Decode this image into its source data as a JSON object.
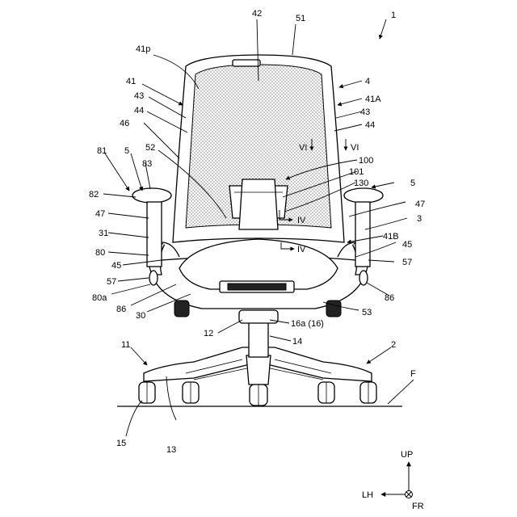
{
  "labels": {
    "l1": "1",
    "l2": "2",
    "l3": "3",
    "l4": "4",
    "l5a": "5",
    "l5b": "5",
    "l11": "11",
    "l12": "12",
    "l13": "13",
    "l14": "14",
    "l15": "15",
    "l16a": "16a (16)",
    "l30": "30",
    "l31": "31",
    "l41": "41",
    "l41p": "41p",
    "l41A": "41A",
    "l41B": "41B",
    "l42": "42",
    "l43a": "43",
    "l43b": "43",
    "l44a": "44",
    "l44b": "44",
    "l45a": "45",
    "l45b": "45",
    "l46": "46",
    "l47a": "47",
    "l47b": "47",
    "l51": "51",
    "l52": "52",
    "l53": "53",
    "l57a": "57",
    "l57b": "57",
    "l80": "80",
    "l80a": "80a",
    "l81": "81",
    "l82": "82",
    "l83": "83",
    "l86a": "86",
    "l86b": "86",
    "l100": "100",
    "l101": "101",
    "l130": "130",
    "lF": "F",
    "lVIa": "VI",
    "lVIb": "VI",
    "lIVa": "IV",
    "lIVb": "IV"
  },
  "axes": {
    "up": "UP",
    "left": "LH",
    "front": "FR"
  }
}
